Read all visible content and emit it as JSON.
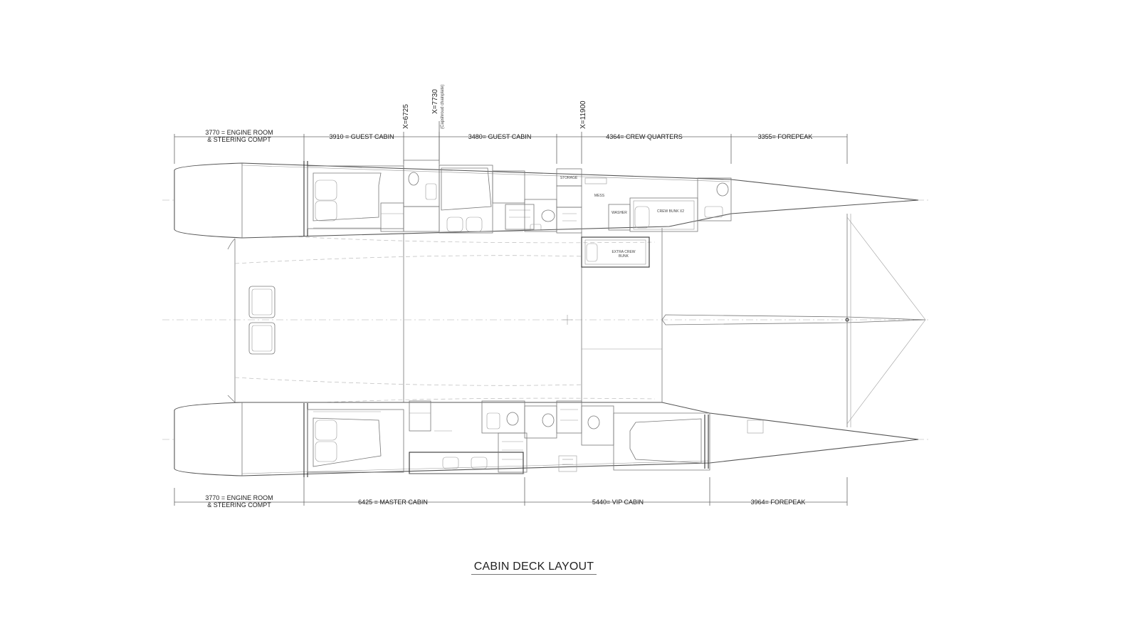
{
  "title": "CABIN DECK LAYOUT",
  "stations": [
    {
      "label": "X=6725",
      "note": ""
    },
    {
      "label": "X=7730",
      "note": "(Capshroud chainplate)"
    },
    {
      "label": "X=11900",
      "note": ""
    }
  ],
  "top_dimensions": [
    {
      "line1": "3770 = ENGINE ROOM",
      "line2": "& STEERING COMPT"
    },
    {
      "line1": "3910 = GUEST CABIN",
      "line2": ""
    },
    {
      "line1": "3480= GUEST CABIN",
      "line2": ""
    },
    {
      "line1": "4364= CREW QUARTERS",
      "line2": ""
    },
    {
      "line1": "3355= FOREPEAK",
      "line2": ""
    }
  ],
  "bottom_dimensions": [
    {
      "line1": "3770 = ENGINE ROOM",
      "line2": "& STEERING COMPT"
    },
    {
      "line1": "6425 = MASTER CABIN",
      "line2": ""
    },
    {
      "line1": "5440= VIP CABIN",
      "line2": ""
    },
    {
      "line1": "3964= FOREPEAK",
      "line2": ""
    }
  ],
  "room_labels": {
    "storage": "STORAGE",
    "mess": "MESS",
    "washer": "WASHER",
    "crew_bunk": "CREW BUNK X2",
    "extra_bunk_1": "EXTRA CREW",
    "extra_bunk_2": "BUNK"
  }
}
